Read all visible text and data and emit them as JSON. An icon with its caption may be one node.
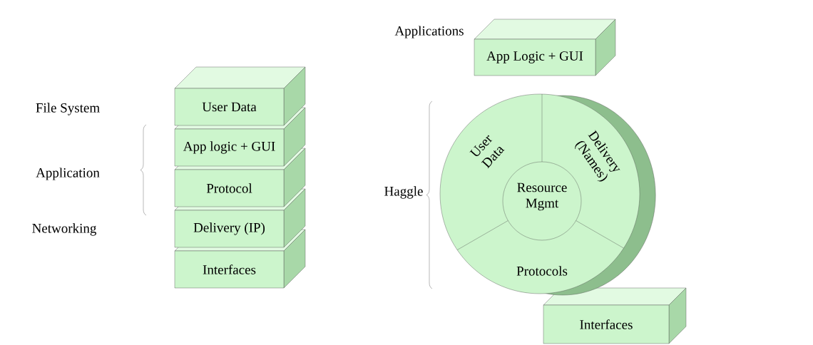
{
  "diagram": {
    "nodes": [
      {
        "text": [
          "User Data"
        ]
      },
      {
        "text": [
          "App logic + GUI"
        ]
      },
      {
        "text": [
          "Protocol"
        ]
      },
      {
        "text": [
          "Delivery (IP)"
        ]
      },
      {
        "text": [
          "Interfaces"
        ]
      },
      {
        "text": [
          "App Logic + GUI"
        ]
      },
      {
        "text": [],
        "shape": "cylinder"
      },
      {
        "text": [
          "User Data"
        ],
        "in": 6
      },
      {
        "text": [
          "Delivery (Names)"
        ],
        "in": 6
      },
      {
        "text": [
          "Resource Mgmt"
        ],
        "in": 6
      },
      {
        "text": [
          "Protocols"
        ],
        "in": 6
      },
      {
        "text": [
          "Interfaces"
        ]
      }
    ],
    "labels": [
      "File System",
      "Application",
      "Networking",
      "Applications",
      "Haggle"
    ]
  }
}
